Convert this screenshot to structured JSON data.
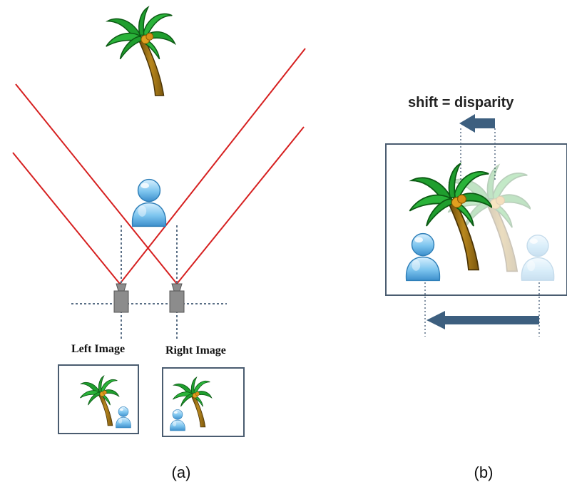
{
  "panel_a": {
    "left_image_label": "Left Image",
    "right_image_label": "Right Image",
    "caption": "(a)"
  },
  "panel_b": {
    "title": "shift = disparity",
    "caption": "(b)"
  },
  "colors": {
    "ray": "#d62020",
    "guide": "#5a6f86",
    "camera": "#8c8c8c",
    "arrow": "#3d5f7f",
    "frame": "#4a5c70",
    "palm_leaf": "#1f9e2e",
    "trunk": "#9a6a12",
    "person": "#5aaee0"
  }
}
